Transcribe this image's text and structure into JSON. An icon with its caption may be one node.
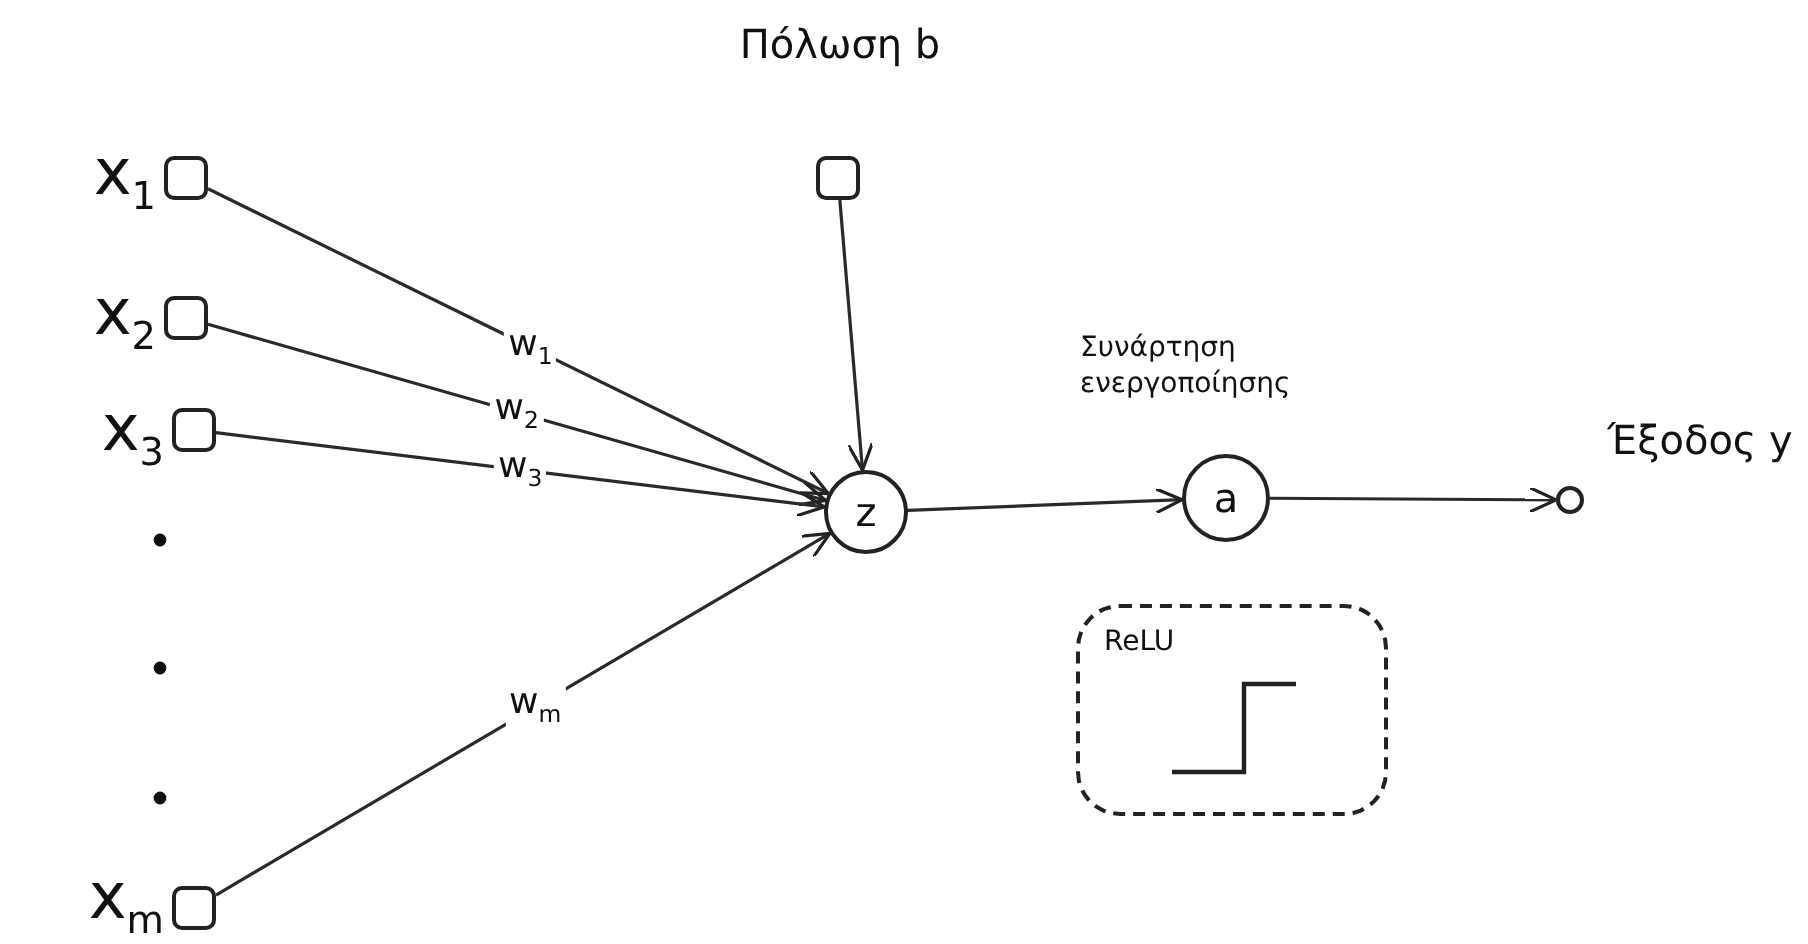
{
  "diagram": {
    "nodes": [
      {
        "text": [],
        "shape": "box",
        "beside": [
          "x$_{1}$"
        ]
      },
      {
        "text": [],
        "shape": "box",
        "beside": [
          "x$_{2}$"
        ]
      },
      {
        "text": [],
        "shape": "box",
        "beside": [
          "x$_{3}$"
        ]
      },
      {
        "text": [],
        "shape": "box",
        "beside": [
          "x$_{m}$"
        ]
      },
      {
        "text": [],
        "shape": "box",
        "beside": [
          "Πόλωση b"
        ]
      },
      {
        "text": [
          "z"
        ]
      },
      {
        "text": [
          "a"
        ],
        "beside": [
          "Συνάρτηση ενεργοποίησης"
        ]
      },
      {
        "text": [],
        "shape": "circle",
        "beside": [
          "Έξοδος y"
        ]
      },
      {
        "text": [
          "ReLU"
        ]
      }
    ],
    "edges": [
      {
        "from": 0,
        "to": 5,
        "arrow": "to",
        "label": "w$_{1}$"
      },
      {
        "from": 1,
        "to": 5,
        "arrow": "to",
        "label": "w$_{2}$"
      },
      {
        "from": 2,
        "to": 5,
        "arrow": "to",
        "label": "w$_{3}$"
      },
      {
        "from": 3,
        "to": 5,
        "arrow": "to",
        "label": "w$_{m}$"
      },
      {
        "from": 4,
        "to": 5,
        "arrow": "to"
      },
      {
        "from": 5,
        "to": 6,
        "arrow": "to"
      },
      {
        "from": 6,
        "to": 7,
        "arrow": "to"
      }
    ]
  }
}
